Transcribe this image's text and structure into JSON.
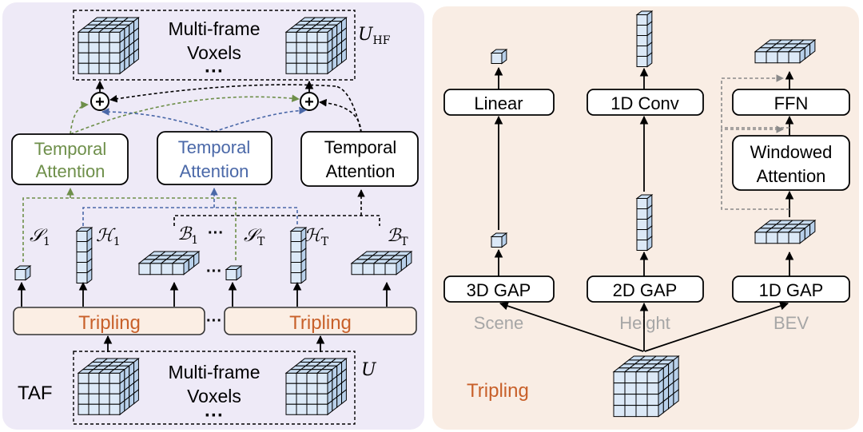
{
  "colors": {
    "left_panel_bg": "#eeeaf7",
    "right_panel_bg": "#f9ede4",
    "voxel_fill": "#dce9f7",
    "voxel_top": "#c9ddf1",
    "voxel_side": "#b8d0ea",
    "green": "#6e8f4a",
    "blue": "#4a68a8",
    "orange": "#c8602a",
    "gray_label": "#a6a6a6"
  },
  "left": {
    "top_voxels_label_line1": "Multi-frame",
    "top_voxels_label_line2": "Voxels",
    "top_ellipsis": "···",
    "top_symbol_main": "U",
    "top_symbol_sub": "HF",
    "attention_green_line1": "Temporal",
    "attention_green_line2": "Attention",
    "attention_blue_line1": "Temporal",
    "attention_blue_line2": "Attention",
    "attention_black_line1": "Temporal",
    "attention_black_line2": "Attention",
    "s1_main": "𝒮",
    "s1_sub": "1",
    "h1_main": "ℋ",
    "h1_sub": "1",
    "b1_main": "ℬ",
    "b1_sub": "1",
    "b1_ellipsis": "···",
    "st_main": "𝒮",
    "st_sub": "T",
    "ht_main": "ℋ",
    "ht_sub": "T",
    "bt_main": "ℬ",
    "bt_sub": "T",
    "mid_ellipsis": "···",
    "tripling_left": "Tripling",
    "tripling_right": "Tripling",
    "tripling_ellipsis": "···",
    "bottom_voxels_label_line1": "Multi-frame",
    "bottom_voxels_label_line2": "Voxels",
    "bottom_ellipsis": "···",
    "bottom_symbol": "U",
    "taf_label": "TAF",
    "plus_symbol": "+"
  },
  "right": {
    "linear_label": "Linear",
    "conv_label": "1D Conv",
    "ffn_label": "FFN",
    "windowed_line1": "Windowed",
    "windowed_line2": "Attention",
    "gap3d_label": "3D GAP",
    "gap2d_label": "2D GAP",
    "gap1d_label": "1D GAP",
    "scene_label": "Scene",
    "height_label": "Height",
    "bev_label": "BEV",
    "tripling_label": "Tripling"
  }
}
